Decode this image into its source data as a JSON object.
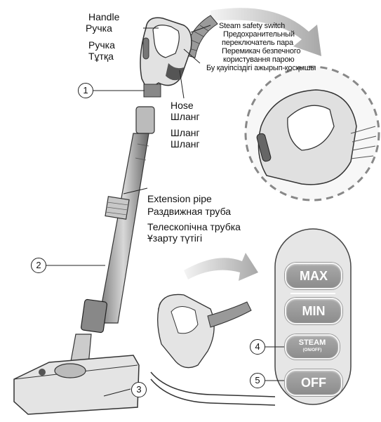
{
  "labels": {
    "handle": [
      "Handle",
      "Ручка",
      "Ручка",
      "Тұтқа"
    ],
    "hose": [
      "Hose",
      "Шланг",
      "Шланг",
      "Шланг"
    ],
    "steam_switch": [
      "Steam safety switch",
      "Предохранительный",
      "переключатель пара",
      "Перемикач безпечного",
      "користування парою",
      "Бу қауіпсіздігі ажырып-қосқышы"
    ],
    "extension_pipe": [
      "Extension pipe",
      "Раздвижная труба",
      "Телескопічна трубка",
      "Ұзарту түтігі"
    ]
  },
  "callouts": [
    "1",
    "2",
    "3",
    "4",
    "5"
  ],
  "panel": {
    "max": "MAX",
    "min": "MIN",
    "steam": "STEAM",
    "steam_sub": "(ON/OFF)",
    "off": "OFF"
  },
  "colors": {
    "panel_bg": "#e6e6e6",
    "button": "#9a9a9a",
    "arrow": "#bdbdbd"
  }
}
